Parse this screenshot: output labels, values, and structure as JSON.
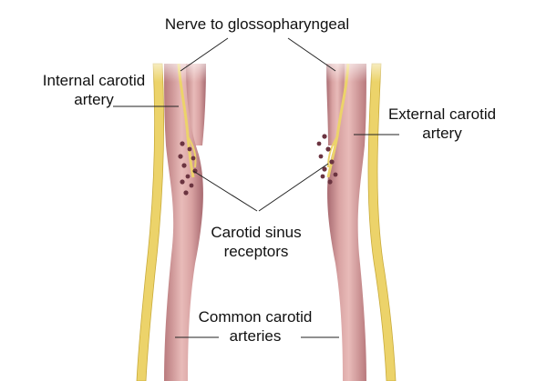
{
  "labels": {
    "nerve": "Nerve to glossopharyngeal",
    "internal_carotid": [
      "Internal carotid",
      "artery"
    ],
    "external_carotid": [
      "External carotid",
      "artery"
    ],
    "sinus_receptors": [
      "Carotid sinus",
      "receptors"
    ],
    "common_carotid": [
      "Common carotid",
      "arteries"
    ]
  },
  "colors": {
    "artery": "#d9a3a3",
    "artery_shadow": "#b97a7d",
    "artery_highlight": "#f2d0ce",
    "nerve": "#ecd36a",
    "nerve_outline": "#c9ab3a",
    "receptor": "#6b3440",
    "leader": "#222222"
  }
}
